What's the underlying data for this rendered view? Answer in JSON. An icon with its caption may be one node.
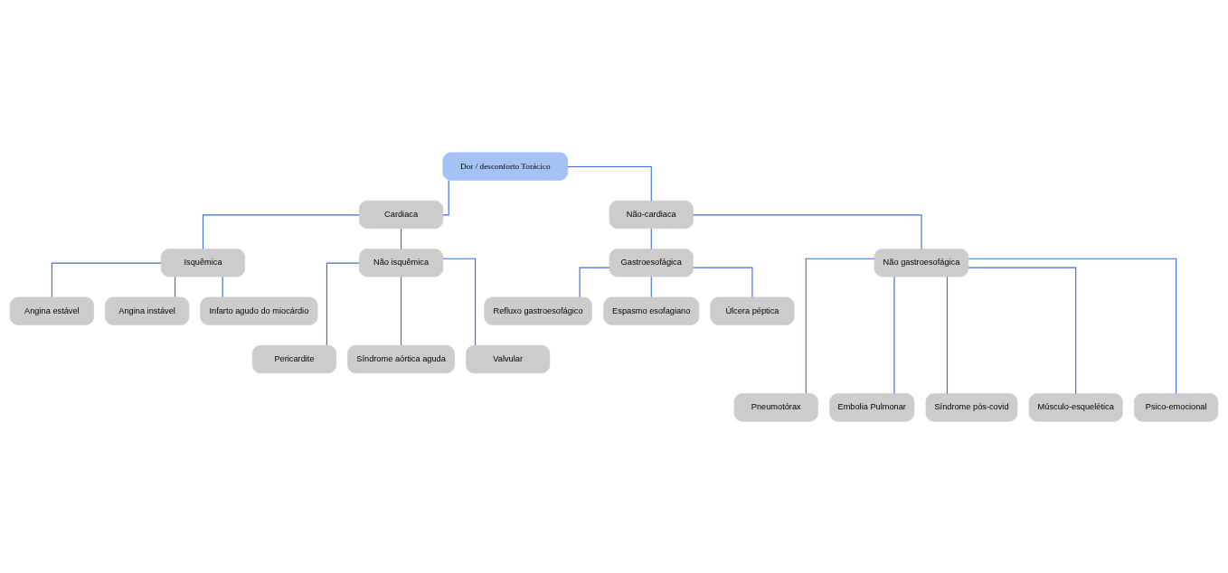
{
  "diagram": {
    "nodes": [
      {
        "text": [
          "Dor / desconforto Torácico"
        ]
      },
      {
        "text": [
          "Cardiaca"
        ]
      },
      {
        "text": [
          "Não-cardiaca"
        ]
      },
      {
        "text": [
          "Isquêmica"
        ]
      },
      {
        "text": [
          "Não isquêmica"
        ]
      },
      {
        "text": [
          "Gastroesofágica"
        ]
      },
      {
        "text": [
          "Não gastroesofágica"
        ]
      },
      {
        "text": [
          "Angina estável"
        ]
      },
      {
        "text": [
          "Angina instável"
        ]
      },
      {
        "text": [
          "Infarto agudo do miocárdio"
        ]
      },
      {
        "text": [
          "Refluxo gastroesofágico"
        ]
      },
      {
        "text": [
          "Espasmo esofagiano"
        ]
      },
      {
        "text": [
          "Úlcera péptica"
        ]
      },
      {
        "text": [
          "Pericardite"
        ]
      },
      {
        "text": [
          "Síndrome aórtica aguda"
        ]
      },
      {
        "text": [
          "Valvular"
        ]
      },
      {
        "text": [
          "Pneumotórax"
        ]
      },
      {
        "text": [
          "Embolia Pulmonar"
        ]
      },
      {
        "text": [
          "Síndrome pós-covid"
        ]
      },
      {
        "text": [
          "Músculo-esquelética"
        ]
      },
      {
        "text": [
          "Psico-emocional"
        ]
      }
    ],
    "edges": [
      {
        "from": 0,
        "to": 1,
        "arrow": "none"
      },
      {
        "from": 0,
        "to": 2,
        "arrow": "none"
      },
      {
        "from": 1,
        "to": 3,
        "arrow": "none"
      },
      {
        "from": 1,
        "to": 4,
        "arrow": "none"
      },
      {
        "from": 2,
        "to": 5,
        "arrow": "none"
      },
      {
        "from": 2,
        "to": 6,
        "arrow": "none"
      },
      {
        "from": 3,
        "to": 7,
        "arrow": "none"
      },
      {
        "from": 3,
        "to": 8,
        "arrow": "none"
      },
      {
        "from": 3,
        "to": 9,
        "arrow": "none"
      },
      {
        "from": 5,
        "to": 10,
        "arrow": "none"
      },
      {
        "from": 5,
        "to": 11,
        "arrow": "none"
      },
      {
        "from": 5,
        "to": 12,
        "arrow": "none"
      },
      {
        "from": 4,
        "to": 13,
        "arrow": "none"
      },
      {
        "from": 4,
        "to": 14,
        "arrow": "none"
      },
      {
        "from": 4,
        "to": 15,
        "arrow": "none"
      },
      {
        "from": 6,
        "to": 16,
        "arrow": "none"
      },
      {
        "from": 6,
        "to": 17,
        "arrow": "none"
      },
      {
        "from": 6,
        "to": 18,
        "arrow": "none"
      },
      {
        "from": 6,
        "to": 19,
        "arrow": "none"
      },
      {
        "from": 6,
        "to": 20,
        "arrow": "none"
      }
    ]
  }
}
